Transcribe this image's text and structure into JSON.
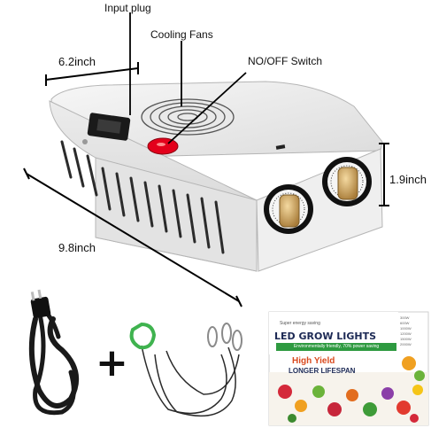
{
  "labels": {
    "input_plug": "Input plug",
    "cooling_fans": "Cooling Fans",
    "switch": "NO/OFF Switch",
    "width": "6.2inch",
    "height": "1.9inch",
    "length": "9.8inch"
  },
  "accessory": {
    "plus": "+"
  },
  "box": {
    "tag": "Super energy saving",
    "title": "LED GROW LIGHTS",
    "strip": "Environmentally friendly, 70% power saving",
    "high_yield": "High Yield",
    "lifespan": "LONGER LIFESPAN",
    "options": [
      "300W",
      "600W",
      "1000W",
      "1200W",
      "1500W",
      "2000W"
    ]
  },
  "colors": {
    "body": "#ececec",
    "switch": "#e3001b",
    "knob": "#d7b070",
    "box_green": "#2e9a40",
    "box_title": "#1d2a55"
  }
}
